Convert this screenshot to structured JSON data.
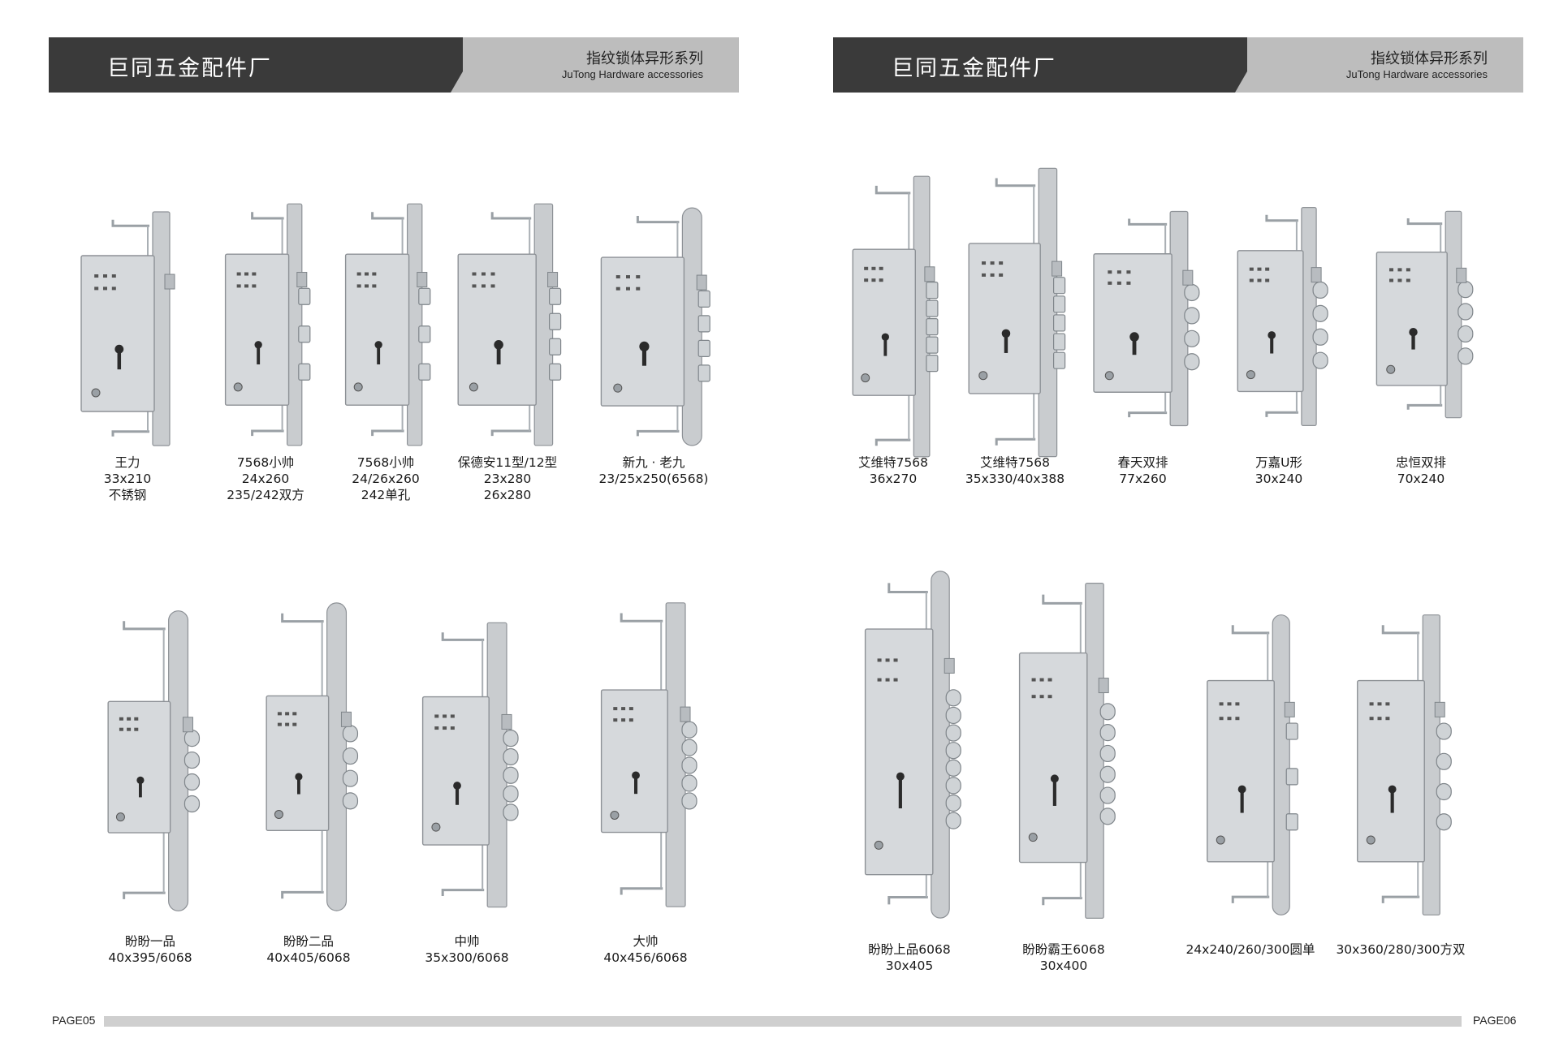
{
  "header_left": {
    "factory": "巨同五金配件厂",
    "series": "指纹锁体异形系列",
    "sub": "JuTong  Hardware accessories"
  },
  "header_right": {
    "factory": "巨同五金配件厂",
    "series": "指纹锁体异形系列",
    "sub": "JuTong  Hardware accessories"
  },
  "left_top": [
    {
      "lines": [
        "王力",
        "33x210",
        "不锈钢"
      ]
    },
    {
      "lines": [
        "7568小帅",
        "24x260",
        "235/242双方"
      ]
    },
    {
      "lines": [
        "7568小帅",
        "24/26x260",
        "242单孔"
      ]
    },
    {
      "lines": [
        "保德安11型/12型",
        "23x280",
        "26x280"
      ]
    },
    {
      "lines": [
        "新九 · 老九",
        "23/25x250(6568)"
      ]
    }
  ],
  "left_bottom": [
    {
      "lines": [
        "盼盼一品",
        "40x395/6068"
      ]
    },
    {
      "lines": [
        "盼盼二品",
        "40x405/6068"
      ]
    },
    {
      "lines": [
        "中帅",
        "35x300/6068"
      ]
    },
    {
      "lines": [
        "大帅",
        "40x456/6068"
      ]
    }
  ],
  "right_top": [
    {
      "lines": [
        "艾维特7568",
        "36x270"
      ]
    },
    {
      "lines": [
        "艾维特7568",
        "35x330/40x388"
      ]
    },
    {
      "lines": [
        "春天双排",
        "77x260"
      ]
    },
    {
      "lines": [
        "万嘉U形",
        "30x240"
      ]
    },
    {
      "lines": [
        "忠恒双排",
        "70x240"
      ]
    }
  ],
  "right_bottom": [
    {
      "lines": [
        "盼盼上品6068",
        "30x405"
      ]
    },
    {
      "lines": [
        "盼盼霸王6068",
        "30x400"
      ]
    },
    {
      "lines": [
        "24x240/260/300圆单"
      ]
    },
    {
      "lines": [
        "30x360/280/300方双"
      ]
    }
  ],
  "footer": {
    "left_page": "PAGE05",
    "right_page": "PAGE06"
  }
}
